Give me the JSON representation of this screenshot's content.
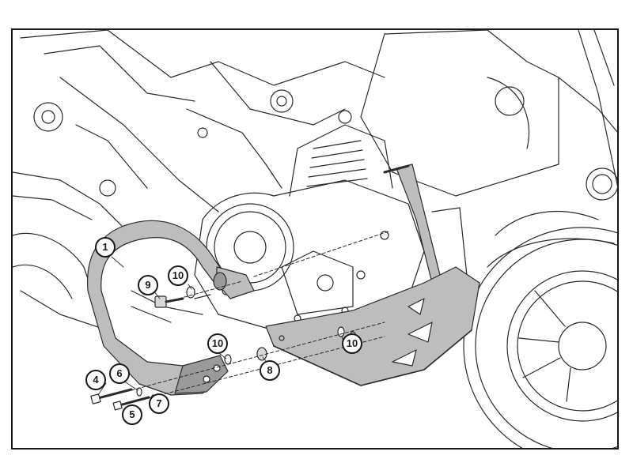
{
  "diagram": {
    "colors": {
      "line": "#2a2a2a",
      "fill_light": "#ffffff",
      "part_fill": "#bdbdbd",
      "part_shadow": "#9a9a9a"
    },
    "callouts": [
      {
        "id": "1",
        "label": "1"
      },
      {
        "id": "4",
        "label": "4"
      },
      {
        "id": "5",
        "label": "5"
      },
      {
        "id": "6",
        "label": "6"
      },
      {
        "id": "7",
        "label": "7"
      },
      {
        "id": "8",
        "label": "8"
      },
      {
        "id": "9",
        "label": "9"
      },
      {
        "id": "10a",
        "label": "10"
      },
      {
        "id": "10b",
        "label": "10"
      },
      {
        "id": "10c",
        "label": "10"
      }
    ]
  }
}
